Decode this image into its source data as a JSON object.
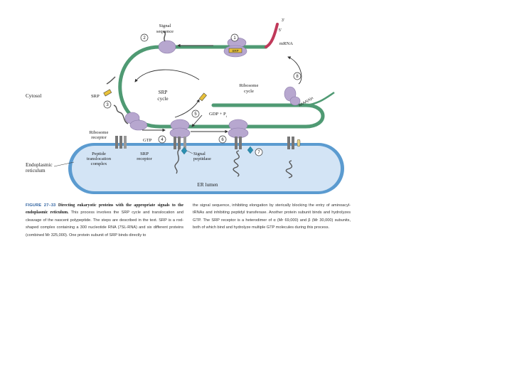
{
  "labels": {
    "signal_sequence": [
      "Signal",
      "sequence"
    ],
    "mrna": "mRNA",
    "ribosome_cycle": [
      "Ribosome",
      "cycle"
    ],
    "srp_cycle": [
      "SRP",
      "cycle"
    ],
    "cytosol": "Cytosol",
    "srp": "SRP",
    "gdp_pi": "GDP + P",
    "gdp_pi_sub": "i",
    "ribosome_receptor": [
      "Ribosome",
      "receptor"
    ],
    "gtp": "GTP",
    "peptide_translocation_complex": [
      "Peptide",
      "translocation",
      "complex"
    ],
    "srp_receptor": [
      "SRP",
      "receptor"
    ],
    "signal_peptidase": [
      "Signal",
      "peptidase"
    ],
    "endoplasmic_reticulum": [
      "Endoplasmic",
      "reticulum"
    ],
    "er_lumen": "ER lumen",
    "five_prime": "5'",
    "three_prime": "3'",
    "poly_a": "AAAA(A)n",
    "rna_box": "SRP"
  },
  "steps": [
    "1",
    "2",
    "3",
    "4",
    "5",
    "6",
    "7",
    "8"
  ],
  "caption": {
    "figure_number": "FIGURE 27–33",
    "title": "Directing eukaryotic proteins with the appropriate signals to the endoplasmic reticulum.",
    "left_text": "This process involves the SRP cycle and translocation and cleavage of the nascent polypeptide. The steps are described in the text. SRP is a rod-shaped complex containing a 300 nucleotide RNA (7SL-RNA) and six different proteins (combined Mr 325,000). One protein subunit of SRP binds directly to",
    "right_text": "the signal sequence, inhibiting elongation by sterically blocking the entry of aminoacyl-tRNAs and inhibiting peptidyl transferase. Another protein subunit binds and hydrolyzes GTP. The SRP receptor is a heterodimer of α (Mr 69,000) and β (Mr 30,000) subunits, both of which bind and hydrolyze multiple GTP molecules during this process."
  },
  "colors": {
    "mrna_track": "#4f9a73",
    "mrna_start": "#c0395a",
    "ribosome": "#b7a7cf",
    "er_lumen": "#d3e4f5",
    "er_membrane": "#5b9bd0",
    "srp": "#e8c13a",
    "peptidase": "#2a8fb0",
    "caption_blue": "#2b5f9e"
  }
}
